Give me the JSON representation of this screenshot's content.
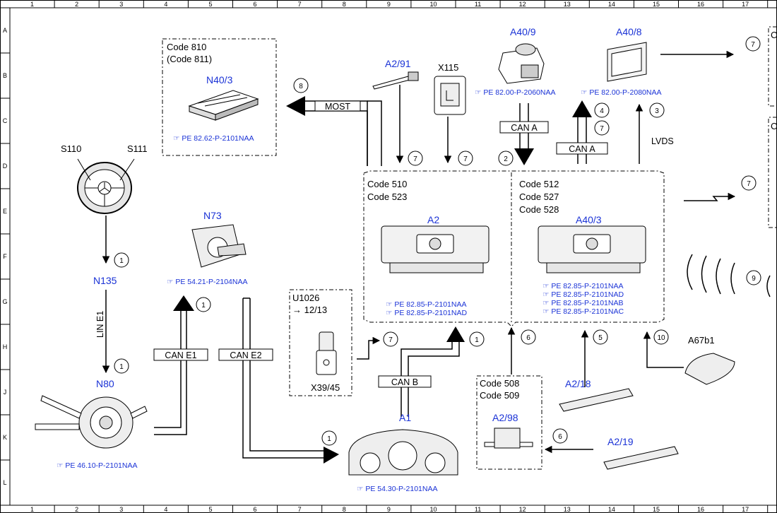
{
  "grid": {
    "columns": [
      "1",
      "2",
      "3",
      "4",
      "5",
      "6",
      "7",
      "8",
      "9",
      "10",
      "11",
      "12",
      "13",
      "14",
      "15",
      "16",
      "17"
    ],
    "rows": [
      "A",
      "B",
      "C",
      "D",
      "E",
      "F",
      "G",
      "H",
      "J",
      "K",
      "L"
    ]
  },
  "components": {
    "n40_3": {
      "code1": "Code 810",
      "code2": "(Code 811)",
      "name": "N40/3",
      "ref": "PE 82.62-P-2101NAA"
    },
    "a2_91": {
      "name": "A2/91"
    },
    "x115": {
      "name": "X115"
    },
    "a40_9": {
      "name": "A40/9",
      "ref": "PE 82.00-P-2060NAA"
    },
    "a40_8": {
      "name": "A40/8",
      "ref": "PE 82.00-P-2080NAA"
    },
    "s110": {
      "name": "S110"
    },
    "s111": {
      "name": "S111"
    },
    "n135": {
      "name": "N135"
    },
    "n80": {
      "name": "N80",
      "ref": "PE 46.10-P-2101NAA"
    },
    "n73": {
      "name": "N73",
      "ref": "PE 54.21-P-2104NAA"
    },
    "u1026": {
      "code": "U1026",
      "sub": "→ 12/13",
      "name": "X39/45"
    },
    "a2": {
      "code1": "Code 510",
      "code2": "Code 523",
      "name": "A2",
      "ref1": "PE 82.85-P-2101NAA",
      "ref2": "PE 82.85-P-2101NAD"
    },
    "a40_3": {
      "code1": "Code 512",
      "code2": "Code 527",
      "code3": "Code 528",
      "name": "A40/3",
      "ref1": "PE 82.85-P-2101NAA",
      "ref2": "PE 82.85-P-2101NAD",
      "ref3": "PE 82.85-P-2101NAB",
      "ref4": "PE 82.85-P-2101NAC"
    },
    "a1": {
      "name": "A1",
      "ref": "PE 54.30-P-2101NAA"
    },
    "a2_98": {
      "code1": "Code 508",
      "code2": "Code 509",
      "name": "A2/98"
    },
    "a2_18": {
      "name": "A2/18"
    },
    "a2_19": {
      "name": "A2/19"
    },
    "a67b1": {
      "name": "A67b1"
    }
  },
  "buses": {
    "most": "MOST",
    "can_a_down": "CAN A",
    "can_a_up": "CAN A",
    "lvds": "LVDS",
    "lin_e1": "LIN E1",
    "can_e1": "CAN E1",
    "can_e2": "CAN E2",
    "can_b": "CAN B"
  },
  "callouts": {
    "c1": "1",
    "c2": "2",
    "c3": "3",
    "c4": "4",
    "c5": "5",
    "c6": "6",
    "c7": "7",
    "c8": "8",
    "c9": "9",
    "c10": "10"
  },
  "right_edge": {
    "letter": "C"
  }
}
